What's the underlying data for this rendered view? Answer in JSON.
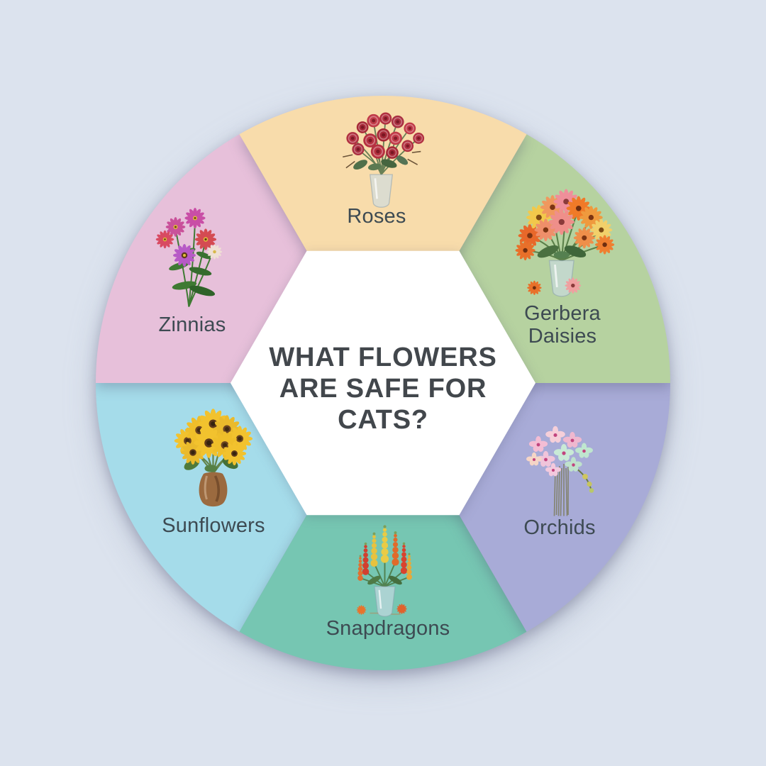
{
  "page": {
    "background_color": "#dce3ee"
  },
  "infographic": {
    "title": {
      "lines": [
        "WHAT FLOWERS",
        "ARE SAFE FOR",
        "CATS?"
      ],
      "color": "#42474c"
    },
    "center": {
      "shape": "hexagon",
      "color": "#ffffff"
    },
    "label_color": "#3d4a52",
    "segments": [
      {
        "id": "roses",
        "label": "Roses",
        "color": "#f8dcab",
        "position": "top",
        "illustration": "red-roses-bouquet-in-glass-vase"
      },
      {
        "id": "gerbera-daisies",
        "label": "Gerbera Daisies",
        "color": "#b6d2a0",
        "position": "upper-right",
        "illustration": "orange-yellow-pink-gerbera-daisies-in-glass-vase"
      },
      {
        "id": "orchids",
        "label": "Orchids",
        "color": "#a8abd7",
        "position": "lower-right",
        "illustration": "pink-and-mint-orchid-bouquet"
      },
      {
        "id": "snapdragons",
        "label": "Snapdragons",
        "color": "#76c6b2",
        "position": "bottom",
        "illustration": "yellow-red-orange-snapdragon-spikes-in-glass-vase"
      },
      {
        "id": "sunflowers",
        "label": "Sunflowers",
        "color": "#a5dcea",
        "position": "lower-left",
        "illustration": "sunflowers-in-brown-ceramic-vase"
      },
      {
        "id": "zinnias",
        "label": "Zinnias",
        "color": "#e7c0da",
        "position": "upper-left",
        "illustration": "pink-red-magenta-zinnia-stems"
      }
    ]
  }
}
